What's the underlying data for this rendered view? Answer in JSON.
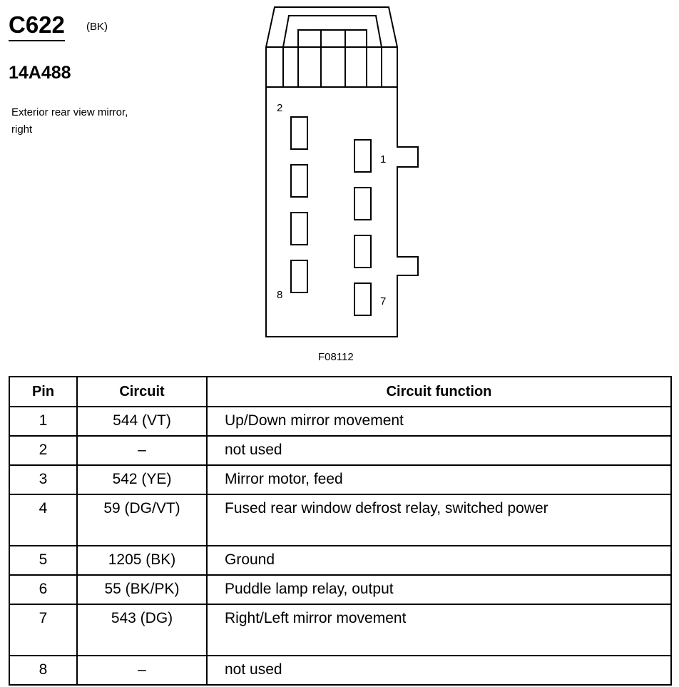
{
  "connector": {
    "code": "C622",
    "color": "(BK)",
    "part_number": "14A488",
    "description": "Exterior rear view mirror, right",
    "figure_id": "F08112"
  },
  "diagram": {
    "pin_labels": [
      "2",
      "1",
      "8",
      "7"
    ]
  },
  "table": {
    "headers": [
      "Pin",
      "Circuit",
      "Circuit function"
    ],
    "rows": [
      {
        "pin": "1",
        "circuit": "544 (VT)",
        "function": "Up/Down mirror movement",
        "tall": false
      },
      {
        "pin": "2",
        "circuit": "–",
        "function": "not used",
        "tall": false
      },
      {
        "pin": "3",
        "circuit": "542 (YE)",
        "function": "Mirror motor, feed",
        "tall": false
      },
      {
        "pin": "4",
        "circuit": "59 (DG/VT)",
        "function": "Fused rear window defrost relay, switched power",
        "tall": true
      },
      {
        "pin": "5",
        "circuit": "1205 (BK)",
        "function": "Ground",
        "tall": false
      },
      {
        "pin": "6",
        "circuit": "55 (BK/PK)",
        "function": "Puddle lamp relay, output",
        "tall": false
      },
      {
        "pin": "7",
        "circuit": "543 (DG)",
        "function": "Right/Left mirror movement",
        "tall": true
      },
      {
        "pin": "8",
        "circuit": "–",
        "function": "not used",
        "tall": false
      }
    ]
  }
}
